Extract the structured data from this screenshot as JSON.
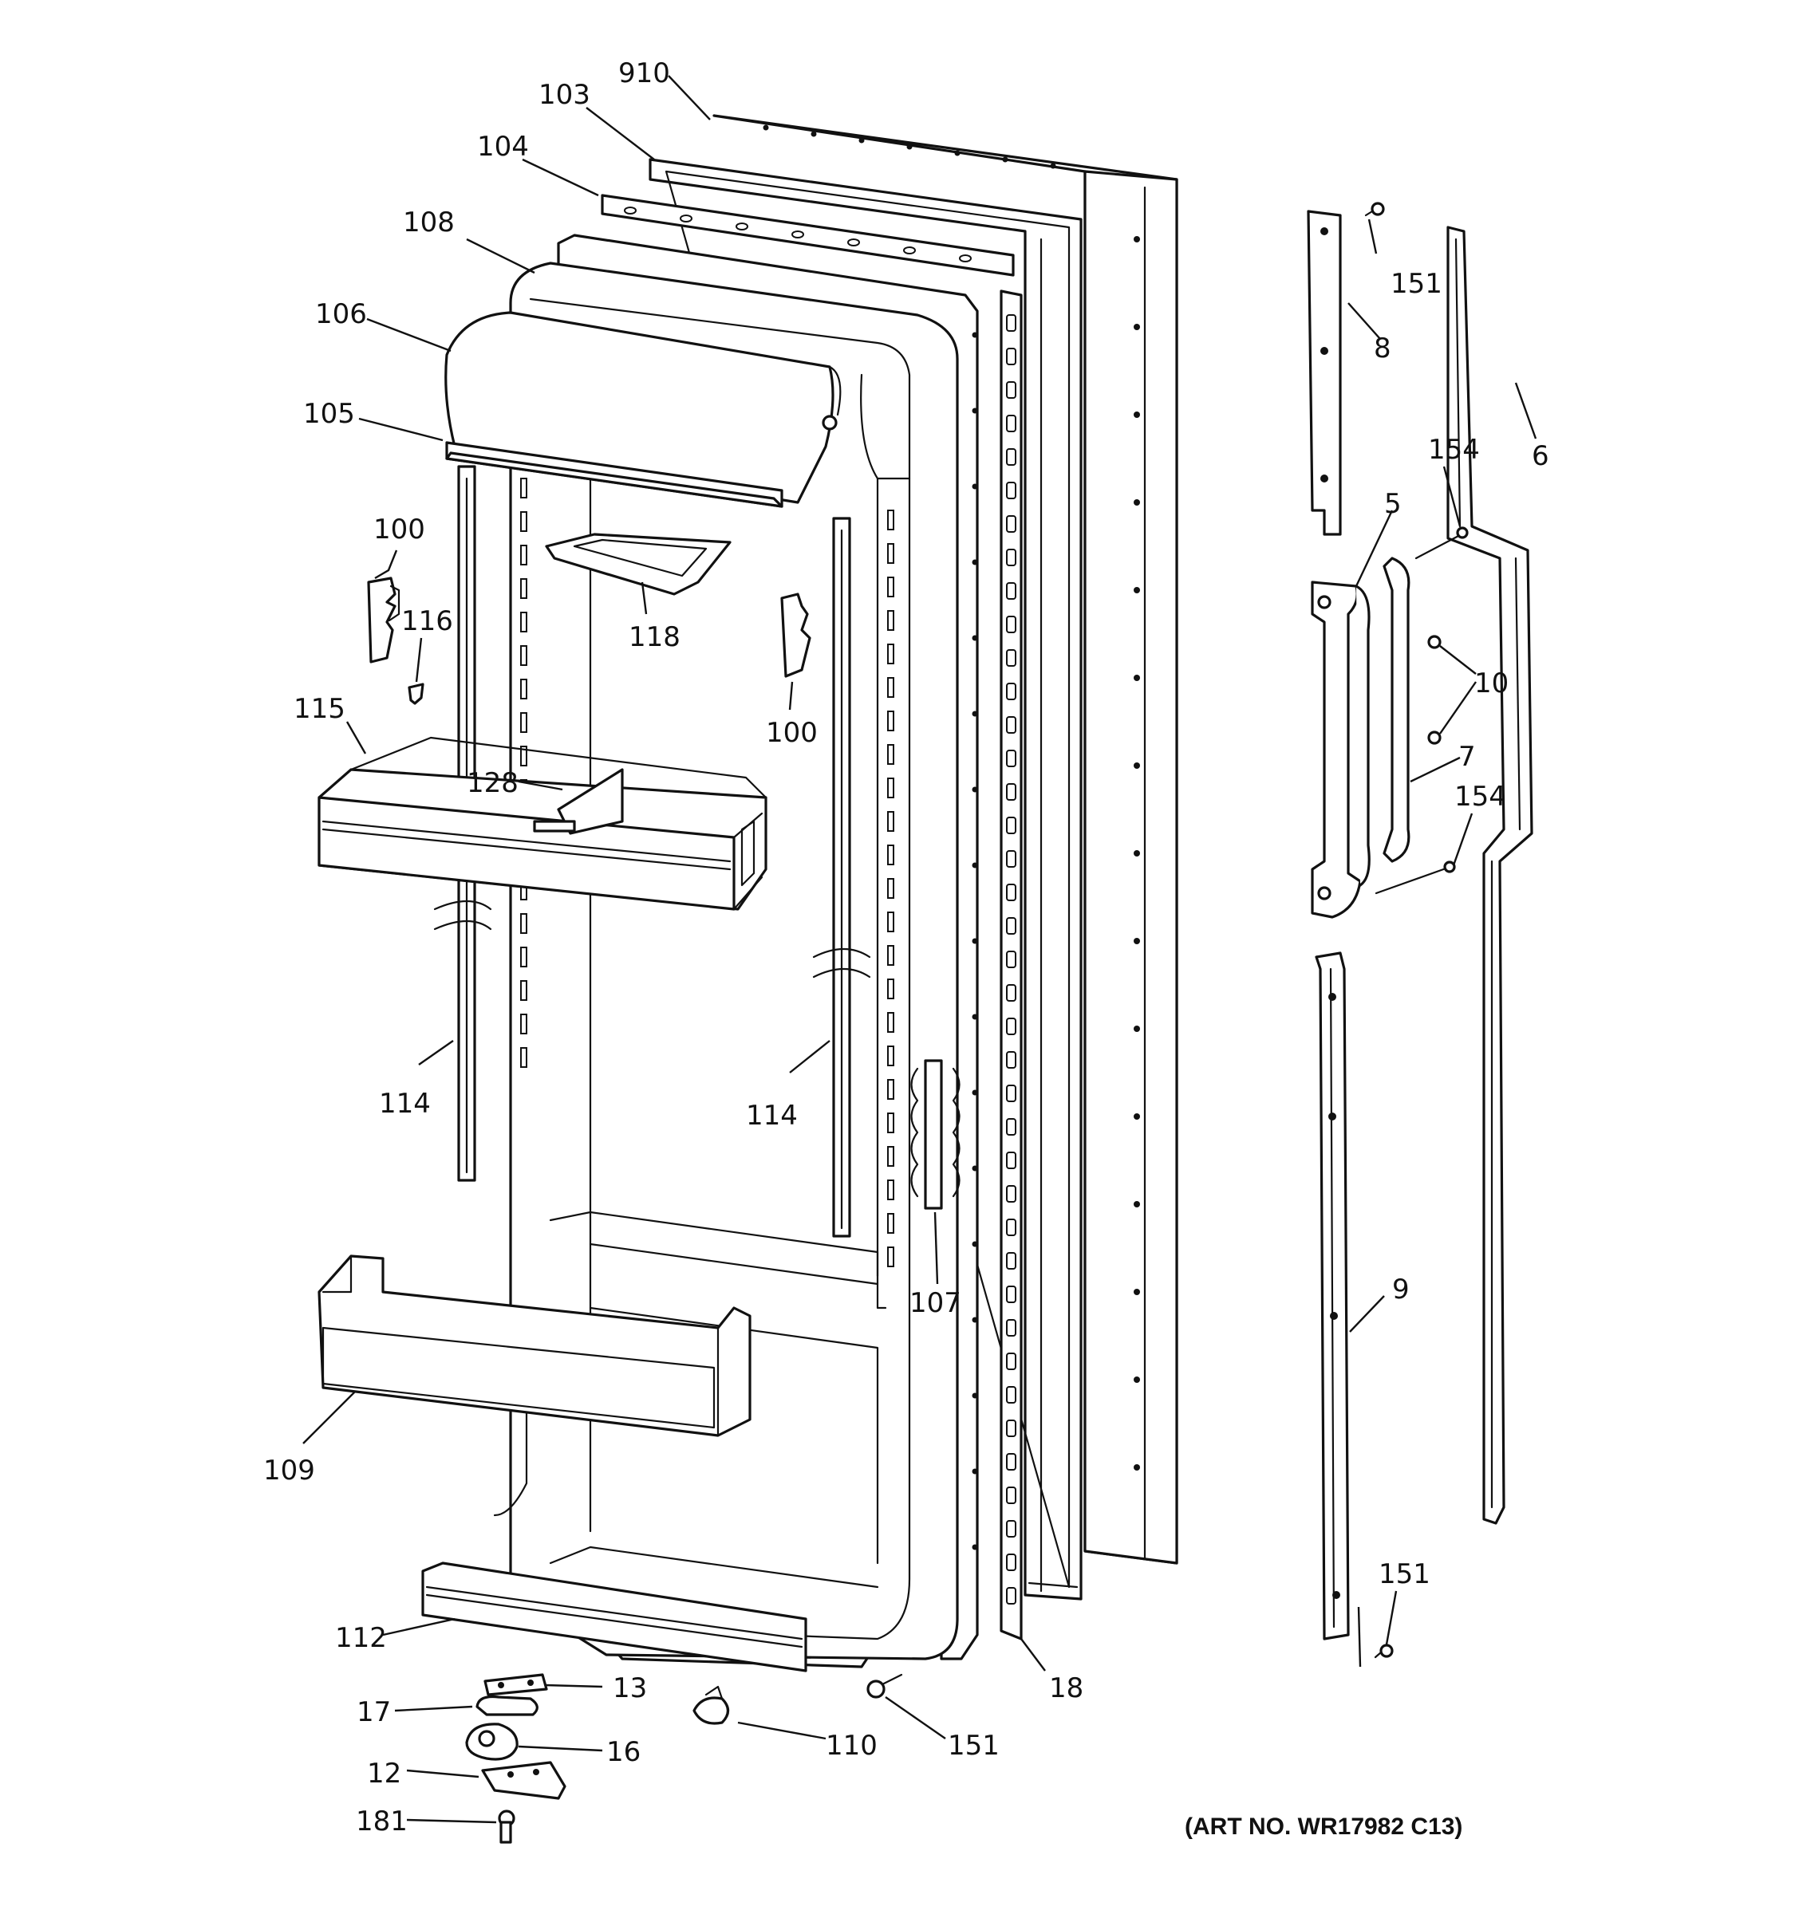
{
  "colors": {
    "line": "#111111",
    "background": "#ffffff"
  },
  "art_number": "(ART NO. WR17982 C13)",
  "callouts": {
    "c910": "910",
    "c103": "103",
    "c104": "104",
    "c108": "108",
    "c106": "106",
    "c105": "105",
    "c100a": "100",
    "c116": "116",
    "c118": "118",
    "c100b": "100",
    "c115": "115",
    "c128": "128",
    "c114a": "114",
    "c114b": "114",
    "c107": "107",
    "c109": "109",
    "c112": "112",
    "c13": "13",
    "c17": "17",
    "c16": "16",
    "c12": "12",
    "c181": "181",
    "c110": "110",
    "c151b": "151",
    "c18": "18",
    "c151a": "151",
    "c8": "8",
    "c6": "6",
    "c154a": "154",
    "c5": "5",
    "c10": "10",
    "c7": "7",
    "c154b": "154",
    "c9": "9",
    "c151c": "151"
  }
}
